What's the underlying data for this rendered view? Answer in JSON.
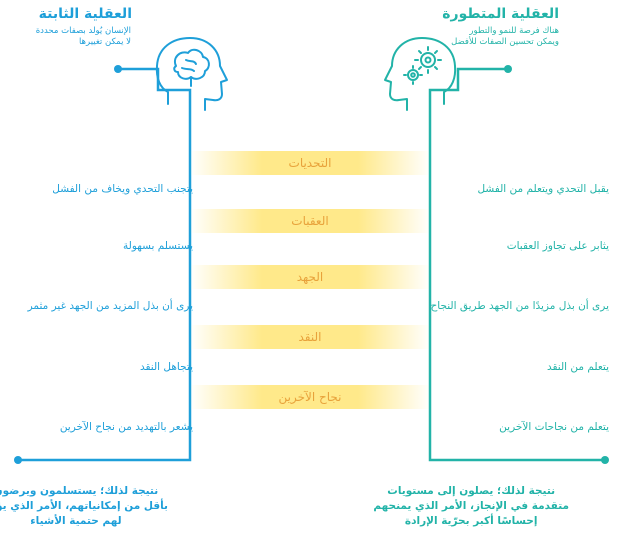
{
  "fixed": {
    "title": "العقلية الثابتة",
    "subtitle_1": "الإنسان يُولد بصفات محددة",
    "subtitle_2": "لا يمكن تغييرها"
  },
  "growth": {
    "title": "العقلية المتطورة",
    "subtitle_1": "هناك فرصة للنمو والتطور",
    "subtitle_2": "ويمكن تحسين الصفات للأفضل"
  },
  "categories": [
    "التحديات",
    "العقبات",
    "الجهد",
    "النقد",
    "نجاح الآخرين"
  ],
  "fixed_statements": [
    "يتجنب التحدي ويخاف من الفشل",
    "يستسلم بسهولة",
    "يرى أن بذل المزيد من الجهد غير مثمر",
    "يتجاهل النقد",
    "يشعر بالتهديد من نجاح الآخرين"
  ],
  "growth_statements": [
    "يقبل التحدي ويتعلم من الفشل",
    "يثابر على تجاوز العقبات",
    "يرى أن بذل مزيدًا من الجهد طريق النجاح",
    "يتعلم من النقد",
    "يتعلم من نجاحات الآخرين"
  ],
  "fixed_conclusion": [
    "نتيجة لذلك؛ يستسلمون ويرضون",
    "بأقل من إمكانياتهم، الأمر الذي يؤكد",
    "لهم حتمية الأشياء"
  ],
  "growth_conclusion": [
    "نتيجة لذلك؛ يصلون إلى مستويات",
    "متقدمة في الإنجاز، الأمر الذي يمنحهم",
    "إحساسًا أكبر بحرّية الإرادة"
  ],
  "colors": {
    "fixed": "#1e9fd9",
    "growth": "#22b3a8",
    "accent": "#e8a23b",
    "band": "#ffe98a"
  }
}
